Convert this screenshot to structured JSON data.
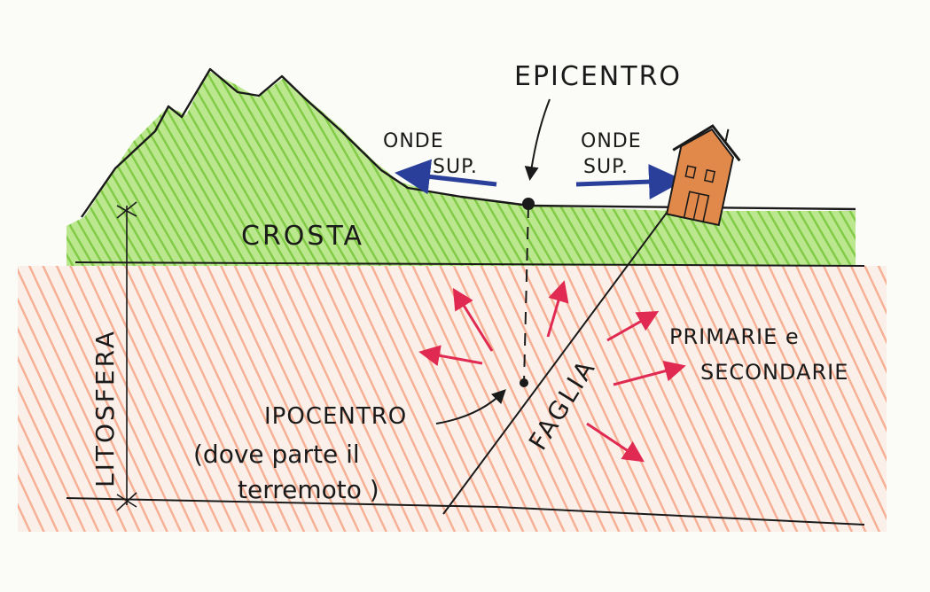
{
  "labels": {
    "epicenter": "EPICENTRO",
    "surface_waves_left": [
      "ONDE",
      "SUP."
    ],
    "surface_waves_right": [
      "ONDE",
      "SUP."
    ],
    "crust": "CROSTA",
    "lithosphere": "LITOSFERA",
    "fault": "FAGLIA",
    "body_waves": [
      "PRIMARIE e",
      "SECONDARIE"
    ],
    "hypocenter": "IPOCENTRO",
    "hypocenter_note": [
      "(dove parte il",
      "terremoto )"
    ]
  },
  "colors": {
    "crust": "#9ad85a",
    "mantle": "#f6a07a",
    "ink": "#1a1a1a",
    "surface_wave_arrow": "#2a3f9a",
    "body_wave_arrow": "#e02a52",
    "house": "#e0894a"
  },
  "icons": {
    "house": "house-icon"
  }
}
